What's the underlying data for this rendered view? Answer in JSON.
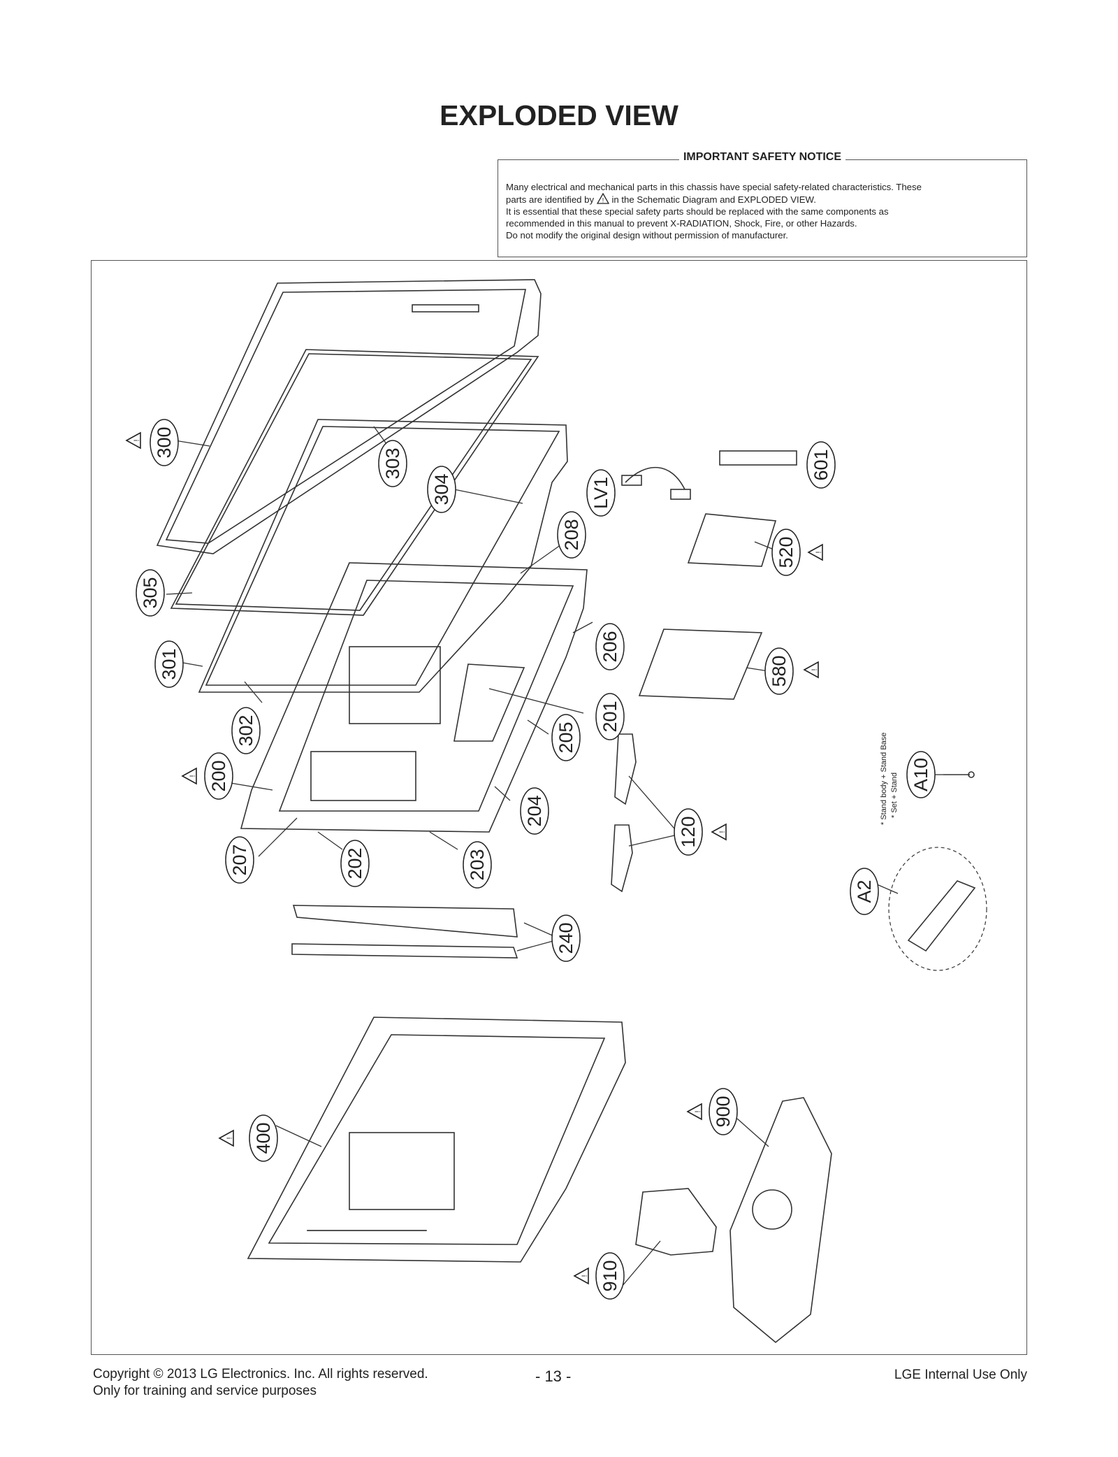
{
  "page": {
    "title": "EXPLODED VIEW",
    "notice_title": "IMPORTANT SAFETY NOTICE",
    "notice_line1": "Many electrical and mechanical parts in this chassis have special safety-related characteristics. These",
    "notice_line2a": "parts are identified by",
    "notice_line2b": "in the Schematic Diagram and EXPLODED VIEW.",
    "notice_line3": "It is essential that these special safety parts should be replaced with the same components as",
    "notice_line4": "recommended in this manual to prevent X-RADIATION, Shock, Fire, or other Hazards.",
    "notice_line5": "Do not modify the original design without permission of manufacturer."
  },
  "parts": {
    "p300": "300",
    "p303": "303",
    "p304": "304",
    "pLV1": "LV1",
    "p601": "601",
    "p208": "208",
    "p520": "520",
    "p305": "305",
    "p206": "206",
    "p301": "301",
    "p580": "580",
    "p302": "302",
    "p201": "201",
    "p205": "205",
    "p200": "200",
    "p204": "204",
    "p207": "207",
    "p202": "202",
    "p203": "203",
    "p120": "120",
    "pA10": "A10",
    "pA2": "A2",
    "p240": "240",
    "p400": "400",
    "p900": "900",
    "p910": "910"
  },
  "stand_note": {
    "line1": "* Stand body + Stand Base",
    "line2": "* Set + Stand"
  },
  "footer": {
    "copyright": "Copyright  © 2013 LG Electronics. Inc. All rights reserved.",
    "purpose": "Only for training and service purposes",
    "page_number": "- 13 -",
    "internal": "LGE Internal Use Only"
  }
}
